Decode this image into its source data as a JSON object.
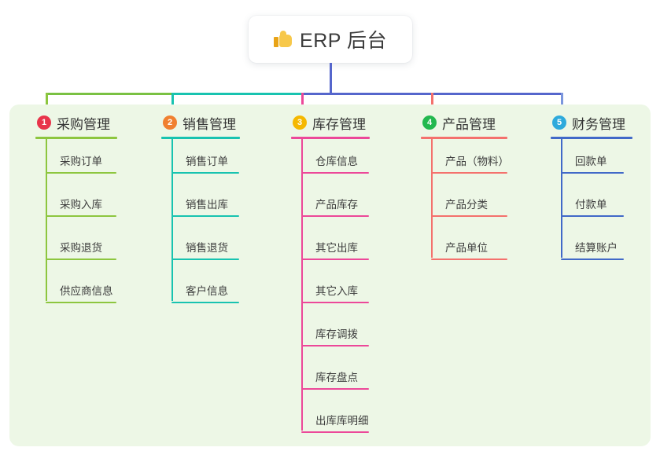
{
  "root": {
    "icon": "thumbs-up-icon",
    "label": "ERP 后台"
  },
  "colors": {
    "panel_bg": "#edf7e6",
    "root_stem": "#5566cc",
    "bus_left": "#7ac143",
    "bus_mid": "#18c3b0",
    "bus_right": "#5566cc"
  },
  "branches": [
    {
      "number": "1",
      "title": "采购管理",
      "badge_color": "#e8344a",
      "line_color": "#8dc63f",
      "drop_color": "#8dc63f",
      "children": [
        {
          "label": "采购订单"
        },
        {
          "label": "采购入库"
        },
        {
          "label": "采购退货"
        },
        {
          "label": "供应商信息"
        }
      ]
    },
    {
      "number": "2",
      "title": "销售管理",
      "badge_color": "#f08030",
      "line_color": "#18c3b0",
      "drop_color": "#18c3b0",
      "children": [
        {
          "label": "销售订单"
        },
        {
          "label": "销售出库"
        },
        {
          "label": "销售退货"
        },
        {
          "label": "客户信息"
        }
      ]
    },
    {
      "number": "3",
      "title": "库存管理",
      "badge_color": "#f5b800",
      "line_color": "#ec4899",
      "drop_color": "#ec4899",
      "children": [
        {
          "label": "仓库信息"
        },
        {
          "label": "产品库存"
        },
        {
          "label": "其它出库"
        },
        {
          "label": "其它入库"
        },
        {
          "label": "库存调拨"
        },
        {
          "label": "库存盘点"
        },
        {
          "label": "出库库明细"
        }
      ]
    },
    {
      "number": "4",
      "title": "产品管理",
      "badge_color": "#23b84f",
      "line_color": "#f4716d",
      "drop_color": "#f4716d",
      "children": [
        {
          "label": "产品（物料）"
        },
        {
          "label": "产品分类"
        },
        {
          "label": "产品单位"
        }
      ]
    },
    {
      "number": "5",
      "title": "财务管理",
      "badge_color": "#2eaadc",
      "line_color": "#4169c8",
      "drop_color": "#7b96dd",
      "children": [
        {
          "label": "回款单"
        },
        {
          "label": "付款单"
        },
        {
          "label": "结算账户"
        }
      ]
    }
  ]
}
